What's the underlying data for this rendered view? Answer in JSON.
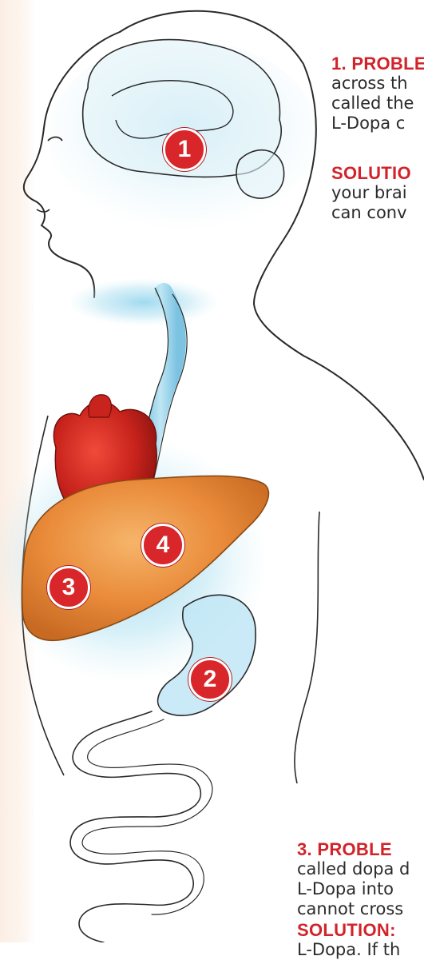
{
  "markers": [
    {
      "label": "1"
    },
    {
      "label": "2"
    },
    {
      "label": "3"
    },
    {
      "label": "4"
    }
  ],
  "problem_1": {
    "heading": "1. PROBLE",
    "lines": [
      "across th",
      "called the",
      "L-Dopa c"
    ]
  },
  "solution_1": {
    "heading": "SOLUTIO",
    "lines": [
      "your brai",
      "can conv"
    ]
  },
  "problem_3": {
    "heading": "3.  PROBLE",
    "lines": [
      "called dopa d",
      "L-Dopa into",
      "cannot cross"
    ]
  },
  "solution_3": {
    "heading": "SOLUTION:",
    "lines": [
      "L-Dopa. If th"
    ]
  },
  "colors": {
    "accent_red": "#d8262a",
    "glow_blue": "#8fd3ec",
    "liver_orange": "#e98b3a",
    "heart_red": "#c8231c"
  }
}
